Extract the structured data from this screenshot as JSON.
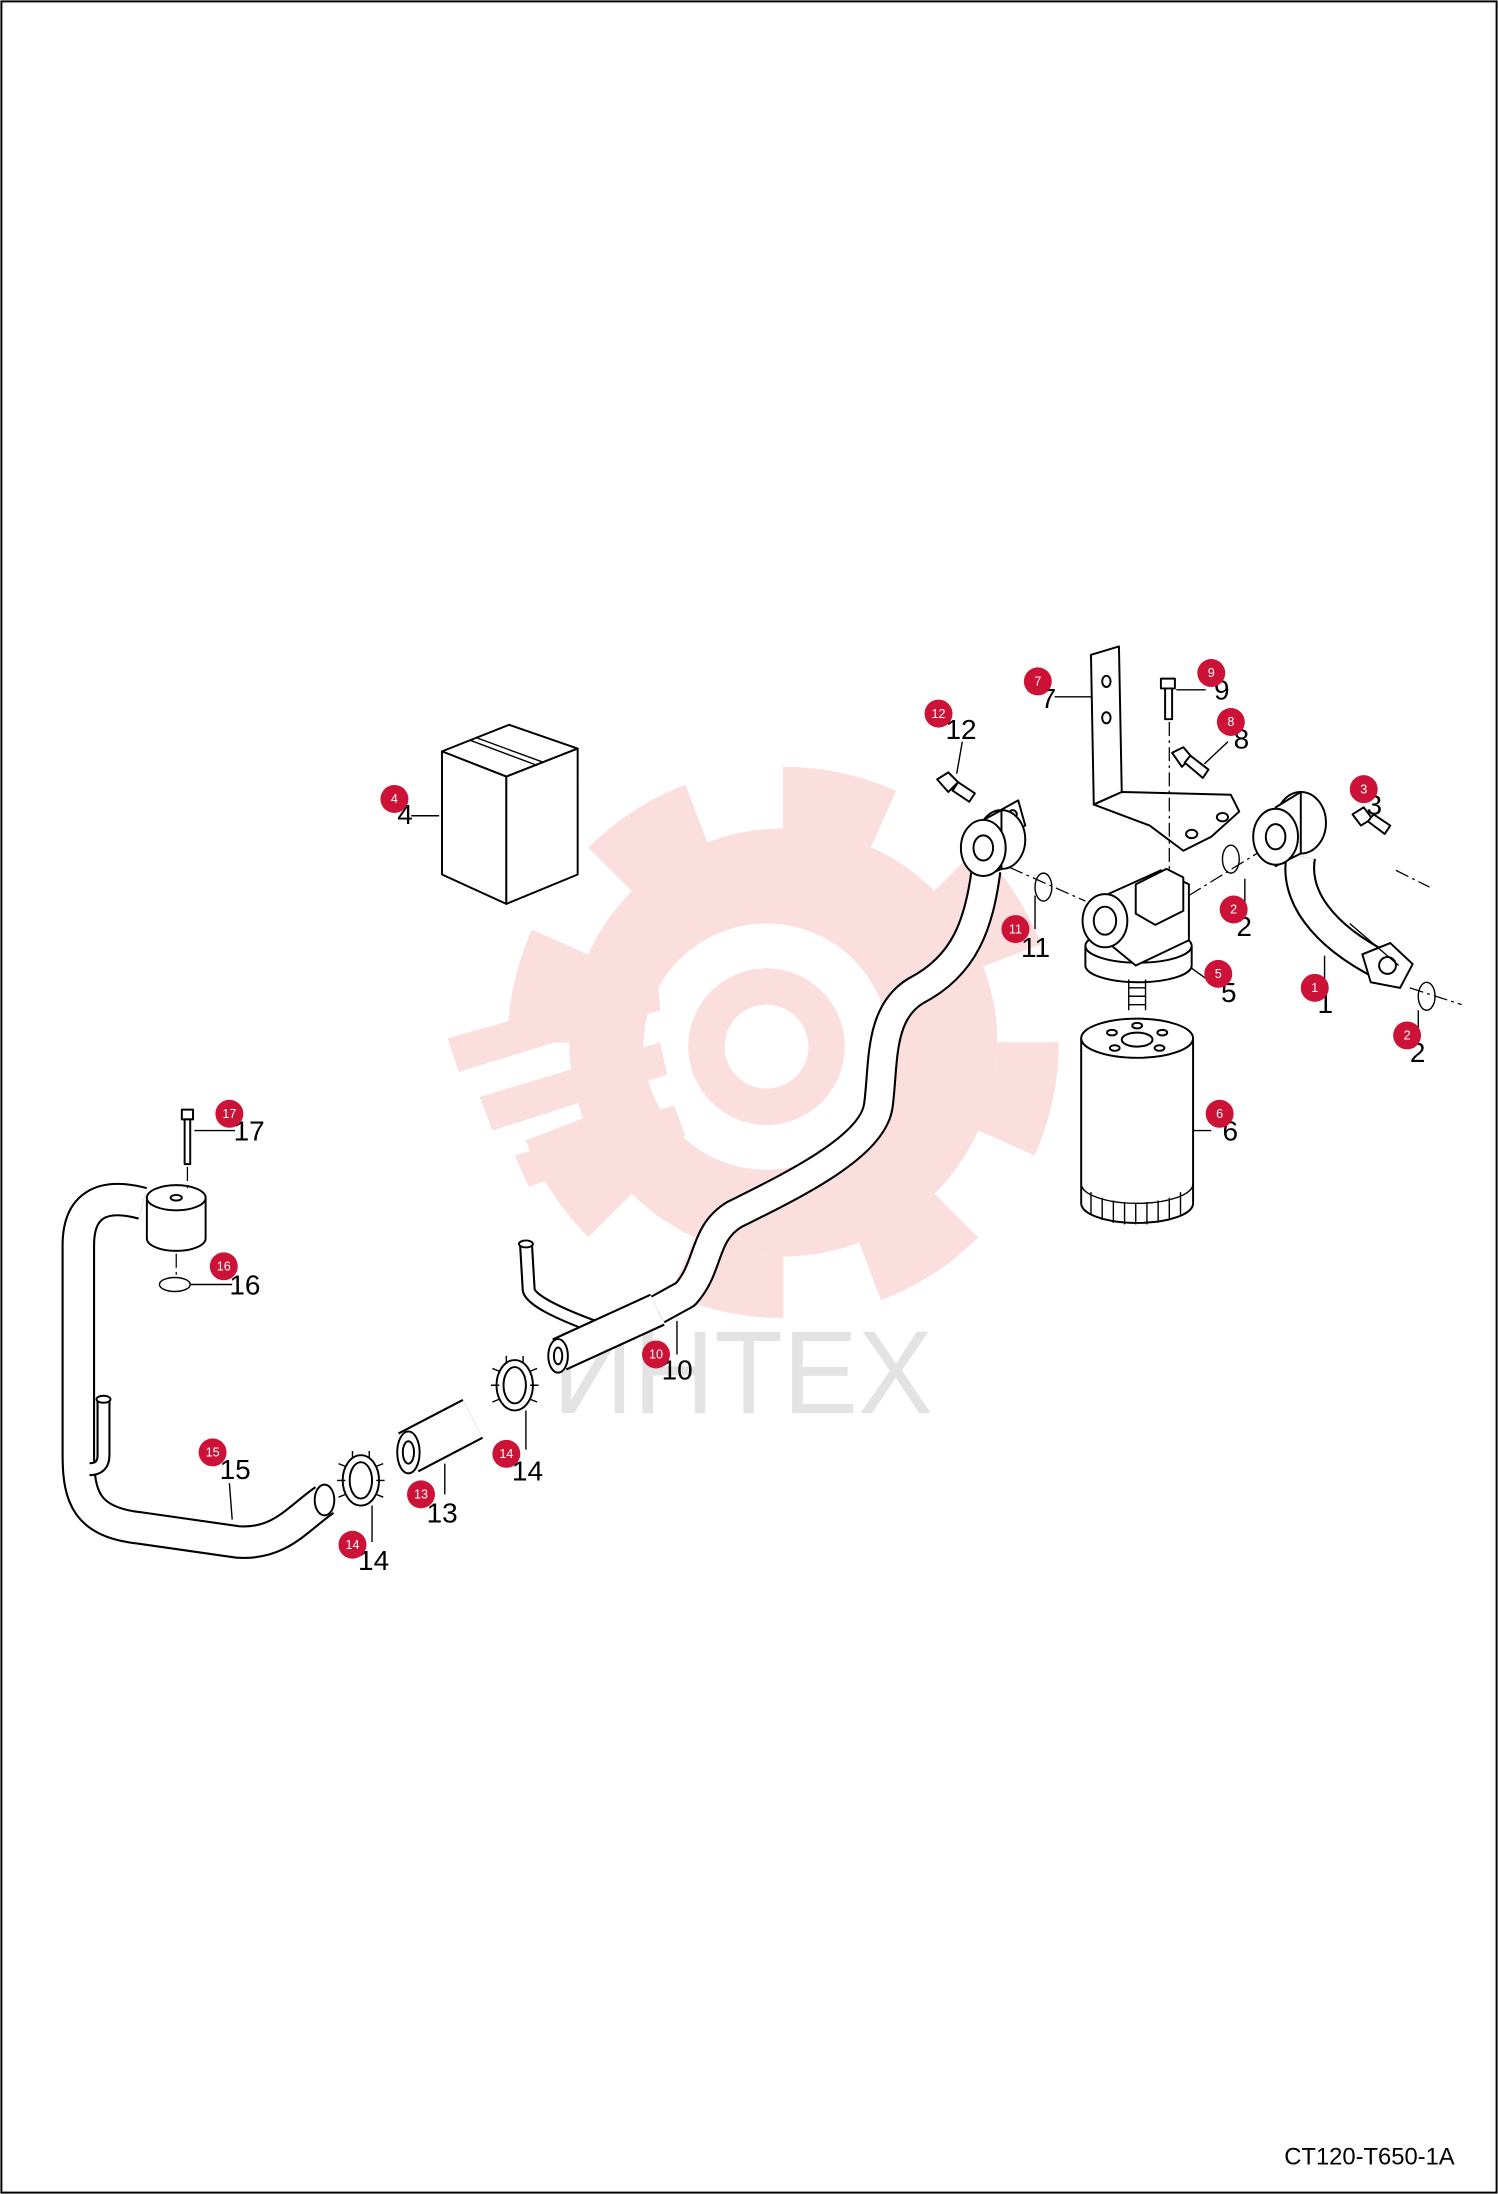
{
  "drawing_code": "CT120-T650-1A",
  "watermark": "ИНТЕХ",
  "callouts": [
    {
      "marker": "1",
      "label": "1"
    },
    {
      "marker": "2",
      "label": "2"
    },
    {
      "marker": "2",
      "label": "2"
    },
    {
      "marker": "3",
      "label": "3"
    },
    {
      "marker": "4",
      "label": "4"
    },
    {
      "marker": "5",
      "label": "5"
    },
    {
      "marker": "6",
      "label": "6"
    },
    {
      "marker": "7",
      "label": "7"
    },
    {
      "marker": "8",
      "label": "8"
    },
    {
      "marker": "9",
      "label": "9"
    },
    {
      "marker": "10",
      "label": "10"
    },
    {
      "marker": "11",
      "label": "11"
    },
    {
      "marker": "12",
      "label": "12"
    },
    {
      "marker": "13",
      "label": "13"
    },
    {
      "marker": "14",
      "label": "14"
    },
    {
      "marker": "14",
      "label": "14"
    },
    {
      "marker": "15",
      "label": "15"
    },
    {
      "marker": "16",
      "label": "16"
    },
    {
      "marker": "17",
      "label": "17"
    }
  ],
  "colors": {
    "marker_fill": "#cc1236",
    "marker_text": "#ffffff",
    "line": "#000000",
    "watermark_gear": "#fbdede",
    "watermark_text": "#e3e3e3"
  }
}
